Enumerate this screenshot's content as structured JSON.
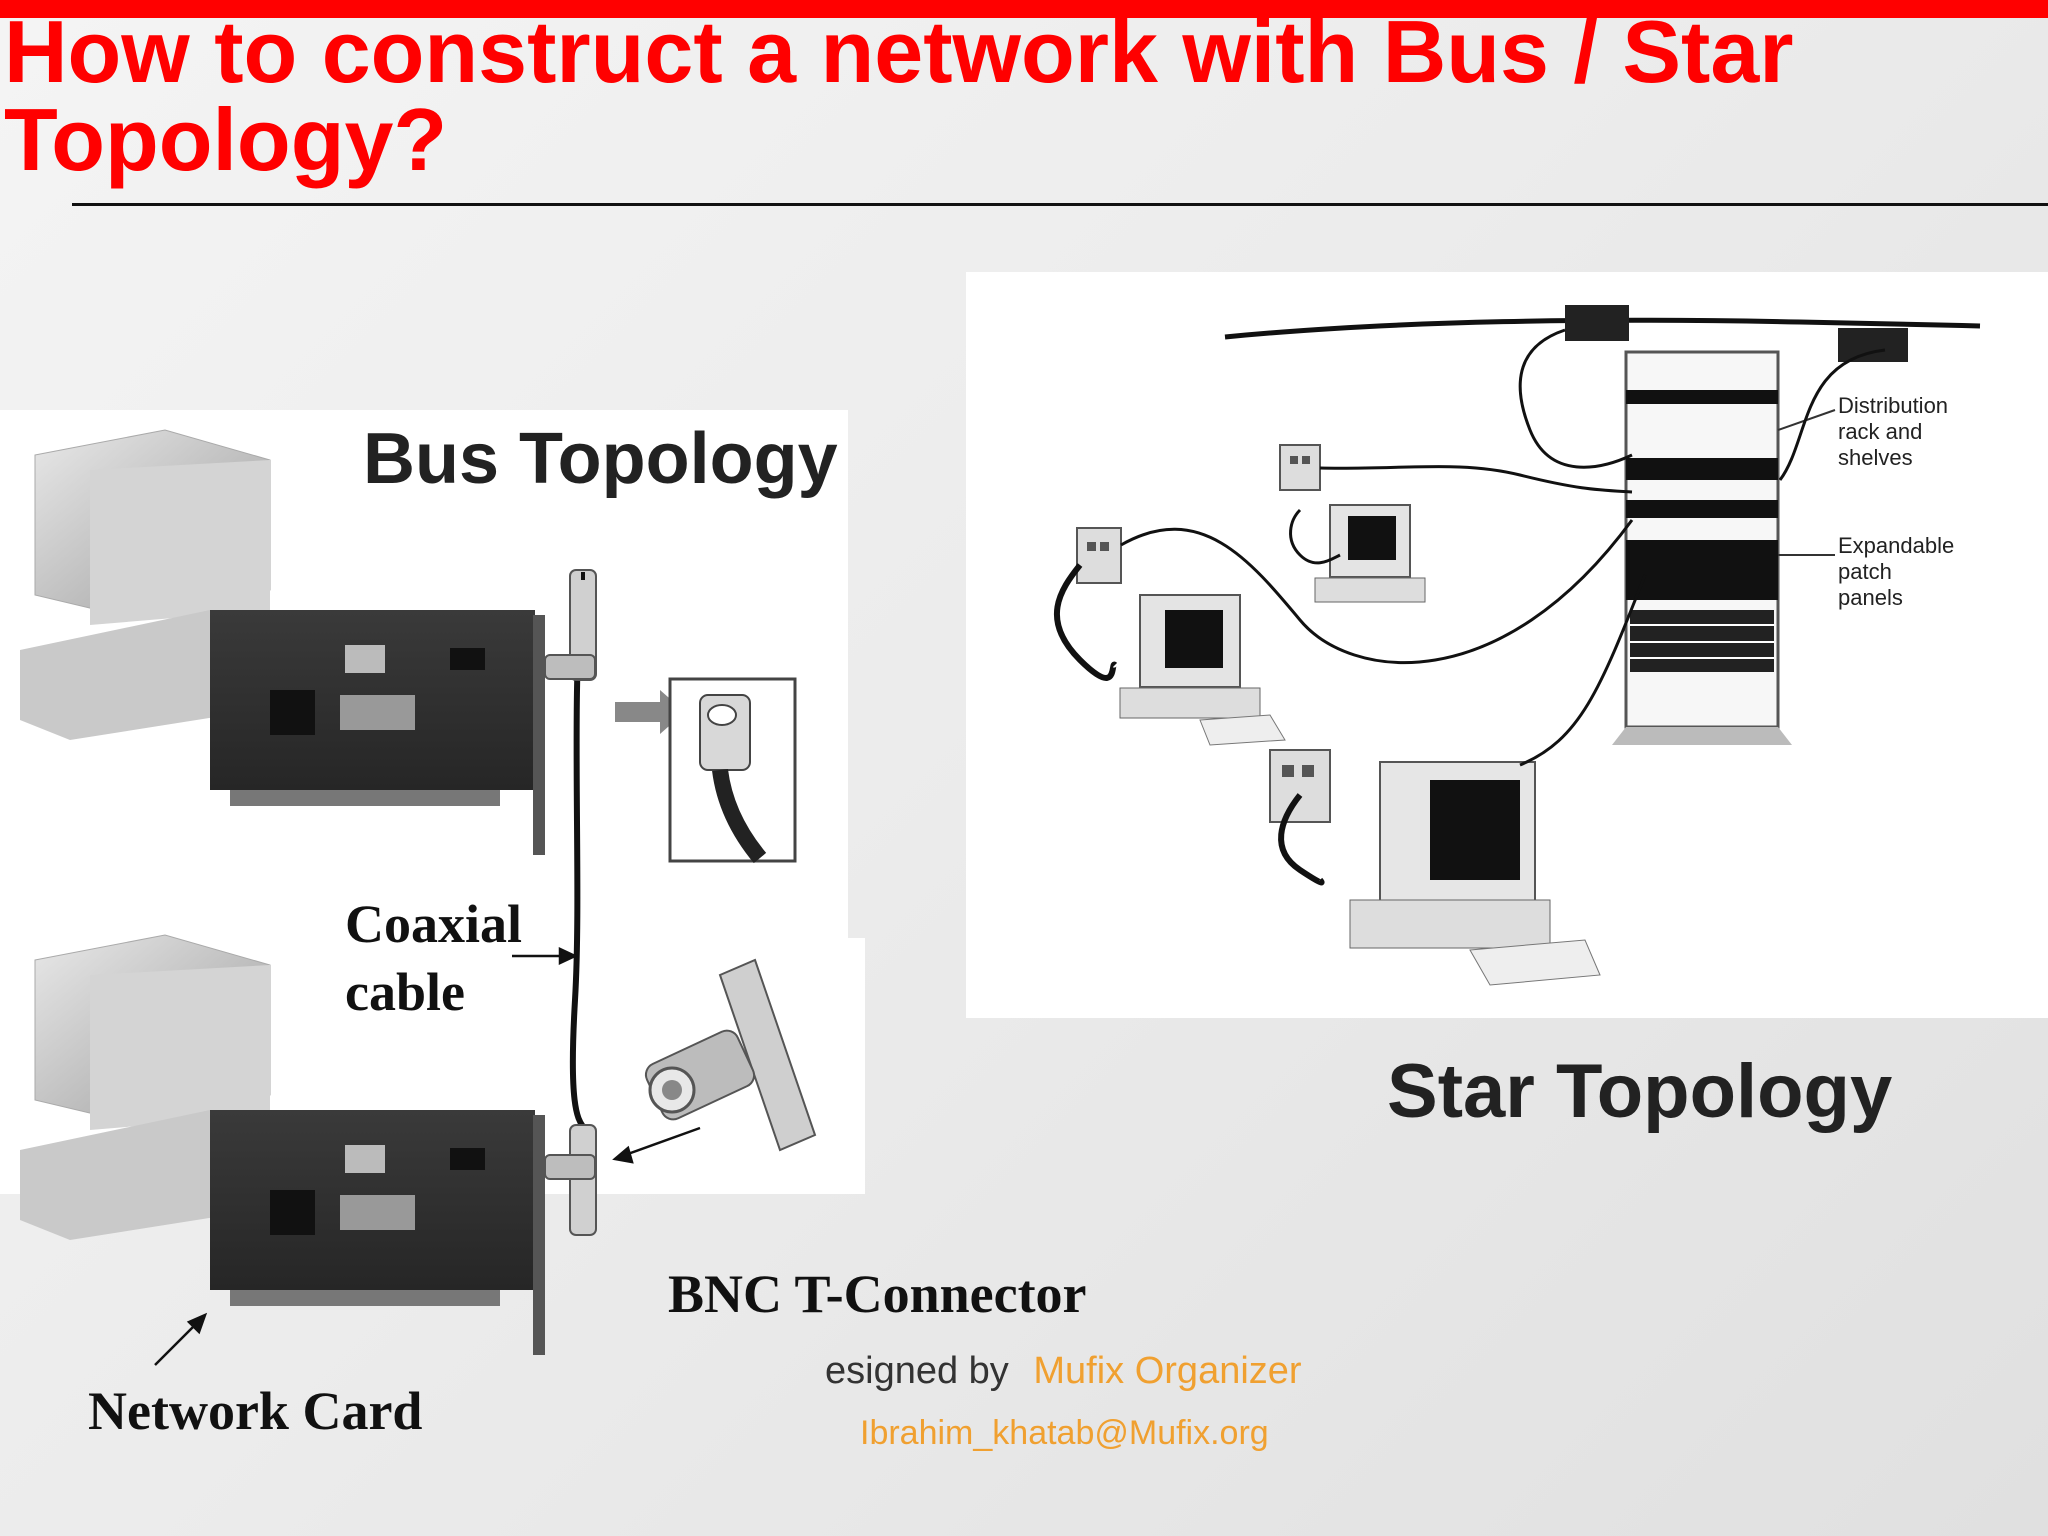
{
  "slide": {
    "title": "How to construct a network with Bus / Star Topology?",
    "accent_color": "#ff0000"
  },
  "bus": {
    "heading": "Bus Topology",
    "coax_label_line1": "Coaxial",
    "coax_label_line2": "cable",
    "connector_label": "BNC T-Connector",
    "card_label": "Network Card"
  },
  "star": {
    "heading": "Star Topology",
    "callout_rack": [
      "Distribution",
      "rack and",
      "shelves"
    ],
    "callout_panels": [
      "Expandable",
      "patch",
      "panels"
    ]
  },
  "footer": {
    "designed_by_prefix": "esigned by",
    "designed_by_name": "Mufix Organizer",
    "email": "Ibrahim_khatab@Mufix.org",
    "name_color": "#f0a030"
  }
}
